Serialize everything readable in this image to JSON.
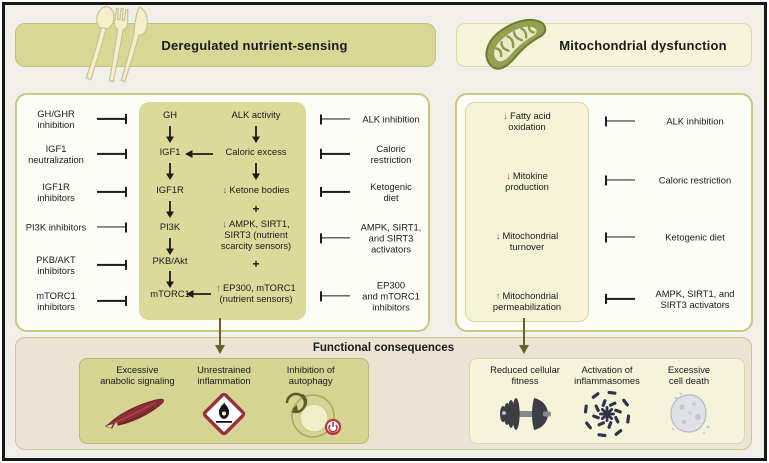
{
  "headers": {
    "left": {
      "title": "Deregulated nutrient-sensing"
    },
    "right": {
      "title": "Mitochondrial dysfunction"
    }
  },
  "glyphs": {
    "down_arrow": "↓",
    "up_arrow": "↑",
    "plus": "+"
  },
  "nutrient_panel": {
    "left_inhibitors": [
      "GH/GHR\ninhibition",
      "IGF1\nneutralization",
      "IGF1R\ninhibitors",
      "PI3K inhibitors",
      "PKB/AKT\ninhibitors",
      "mTORC1\ninhibitors"
    ],
    "pathway": {
      "chain": [
        "GH",
        "IGF1",
        "IGF1R",
        "PI3K",
        "PKB/Akt",
        "mTORC1"
      ],
      "cascade": {
        "alk": "ALK activity",
        "caloric": "Caloric excess",
        "ketone": "Ketone bodies",
        "ampk": "AMPK, SIRT1,\nSIRT3 (nutrient\nscarcity sensors)",
        "ep300": "EP300, mTORC1\n(nutrient sensors)"
      }
    },
    "right_inhibitors": [
      "ALK inhibition",
      "Caloric\nrestriction",
      "Ketogenic\ndiet",
      "AMPK, SIRT1,\nand SIRT3\nactivators",
      "EP300\nand mTORC1\ninhibitors"
    ]
  },
  "mito_panel": {
    "effects": [
      {
        "direction": "down",
        "label": "Fatty acid\noxidation"
      },
      {
        "direction": "down",
        "label": "Mitokine\nproduction"
      },
      {
        "direction": "down",
        "label": "Mitochondrial\nturnover"
      },
      {
        "direction": "up",
        "label": "Mitochondrial\npermeabilization"
      }
    ],
    "right_inhibitors": [
      "ALK inhibition",
      "Caloric restriction",
      "Ketogenic diet",
      "AMPK, SIRT1, and\nSIRT3 activators"
    ]
  },
  "consequences": {
    "title": "Functional consequences",
    "nutrient": [
      {
        "label": "Excessive\nanabolic signaling",
        "icon": "muscle-icon"
      },
      {
        "label": "Unrestrained\ninflammation",
        "icon": "flammable-hazard-icon"
      },
      {
        "label": "Inhibition of\nautophagy",
        "icon": "autophagy-icon"
      }
    ],
    "mito": [
      {
        "label": "Reduced cellular\nfitness",
        "icon": "dumbbell-icon"
      },
      {
        "label": "Activation of\ninflammasomes",
        "icon": "inflammasome-icon"
      },
      {
        "label": "Excessive\ncell death",
        "icon": "cell-death-icon"
      }
    ]
  },
  "colors": {
    "page_bg": "#f0efe9",
    "olive_fill": "#d9d795",
    "pale_fill": "#f6f4d9",
    "panel_border": "#c9c77f",
    "bottom_fill": "#ebe4d4",
    "decrease_red": "#a03541",
    "increase_green": "#417a42",
    "connector_olive": "#64641e",
    "text": "#1a1a1a"
  }
}
